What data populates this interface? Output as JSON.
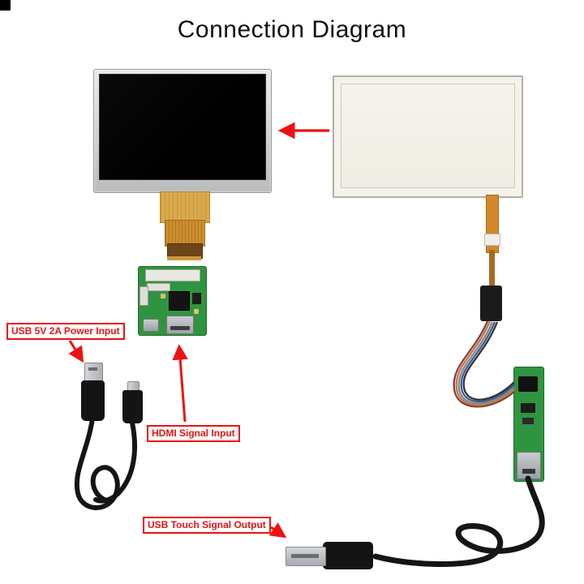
{
  "title": "Connection Diagram",
  "annotations": {
    "power_label": "USB 5V 2A Power Input",
    "hdmi_label": "HDMI Signal Input",
    "touch_label": "USB Touch Signal Output"
  },
  "colors": {
    "annotation_red": "#ee1111",
    "pcb_green": "#2f9440",
    "fpc_orange": "#d2882a",
    "lcd_screen_black": "#050505",
    "lcd_bezel_gray": "#c9cbcd",
    "touch_panel_white": "#f5f2ec",
    "cable_black": "#151515",
    "usb_metal": "#c6c8cb"
  }
}
